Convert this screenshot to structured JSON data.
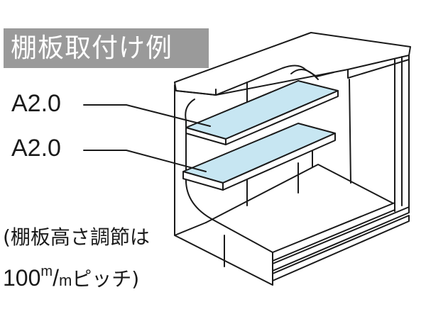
{
  "title": "棚板取付け例",
  "shelves": [
    {
      "label": "A2.0"
    },
    {
      "label": "A2.0"
    }
  ],
  "note": {
    "line1": "(棚板高さ調節は",
    "line2_num": "100",
    "line2_unit_top": "m",
    "line2_slash": "/",
    "line2_unit_bottom": "m",
    "line2_rest": "ピッチ)"
  },
  "colors": {
    "title_background": "#9a9a9a",
    "shelf_fill": "#c7e6f2",
    "line": "#1a1a1a"
  }
}
